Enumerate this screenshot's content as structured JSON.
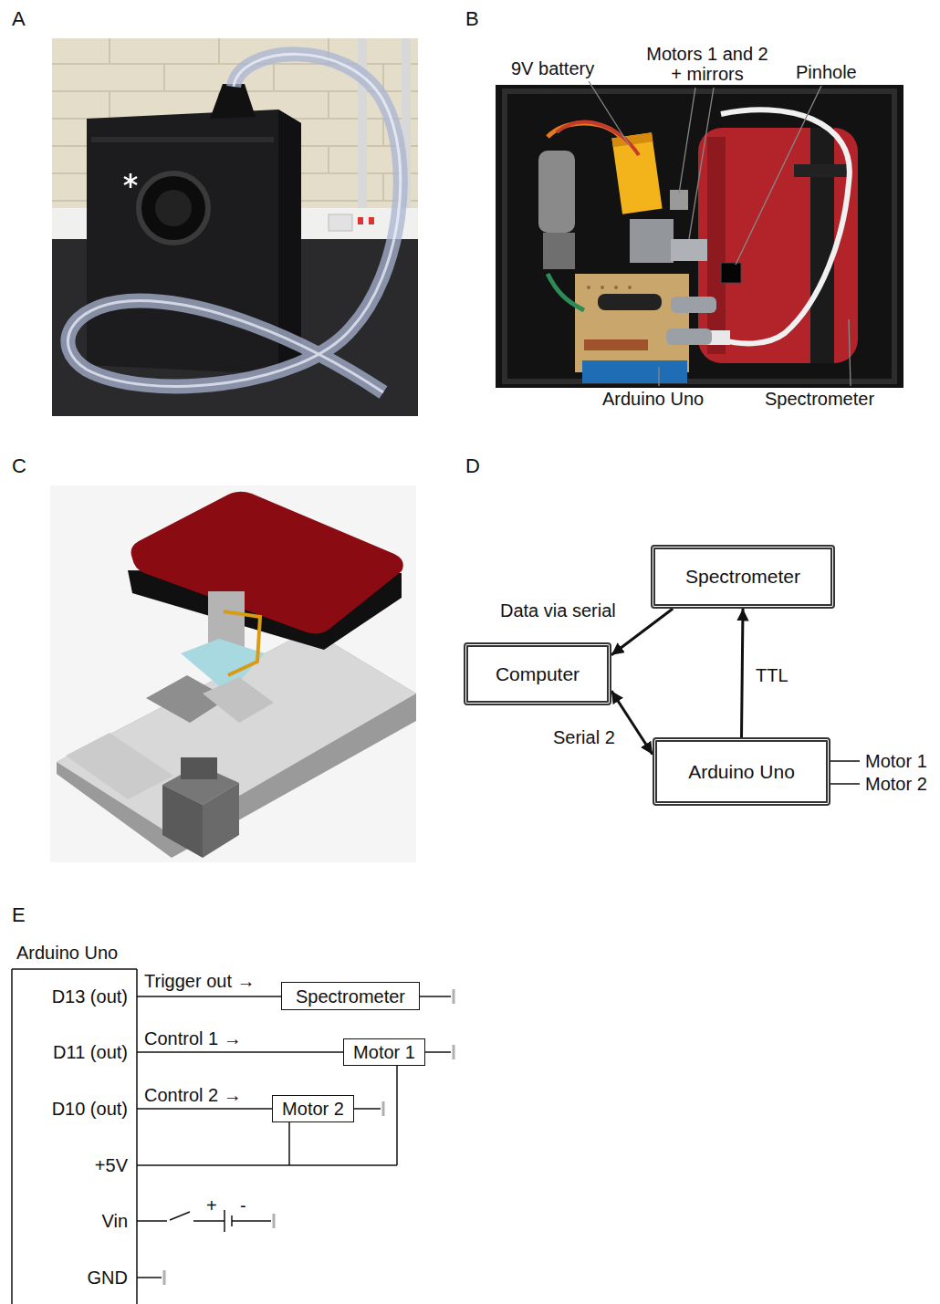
{
  "diagram": {
    "nodes": [
      {
        "text": [
          "Spectrometer"
        ]
      },
      {
        "text": [
          "Computer"
        ]
      },
      {
        "text": [
          "Arduino Uno"
        ]
      },
      {
        "text": [
          "Spectrometer"
        ]
      },
      {
        "text": [
          "Motor 1"
        ]
      },
      {
        "text": [
          "Motor 2"
        ]
      }
    ],
    "edges": [
      {
        "from": 0,
        "to": 1,
        "arrow": "to",
        "label": "Data via serial"
      },
      {
        "from": 1,
        "to": 2,
        "arrow": "both",
        "label": "Serial 2"
      },
      {
        "from": 2,
        "to": 0,
        "arrow": "to",
        "label": "TTL"
      }
    ],
    "labels": [
      "A",
      "B",
      "C",
      "D",
      "E",
      "9V battery",
      "Motors 1 and 2 + mirrors",
      "Pinhole",
      "Arduino Uno",
      "Spectrometer",
      "Motor 1",
      "Motor 2",
      "Arduino Uno",
      "D13 (out)",
      "Trigger out →",
      "D11 (out)",
      "Control 1 →",
      "D10 (out)",
      "Control 2 →",
      "+5V",
      "Vin",
      "GND",
      "+",
      "-"
    ]
  }
}
